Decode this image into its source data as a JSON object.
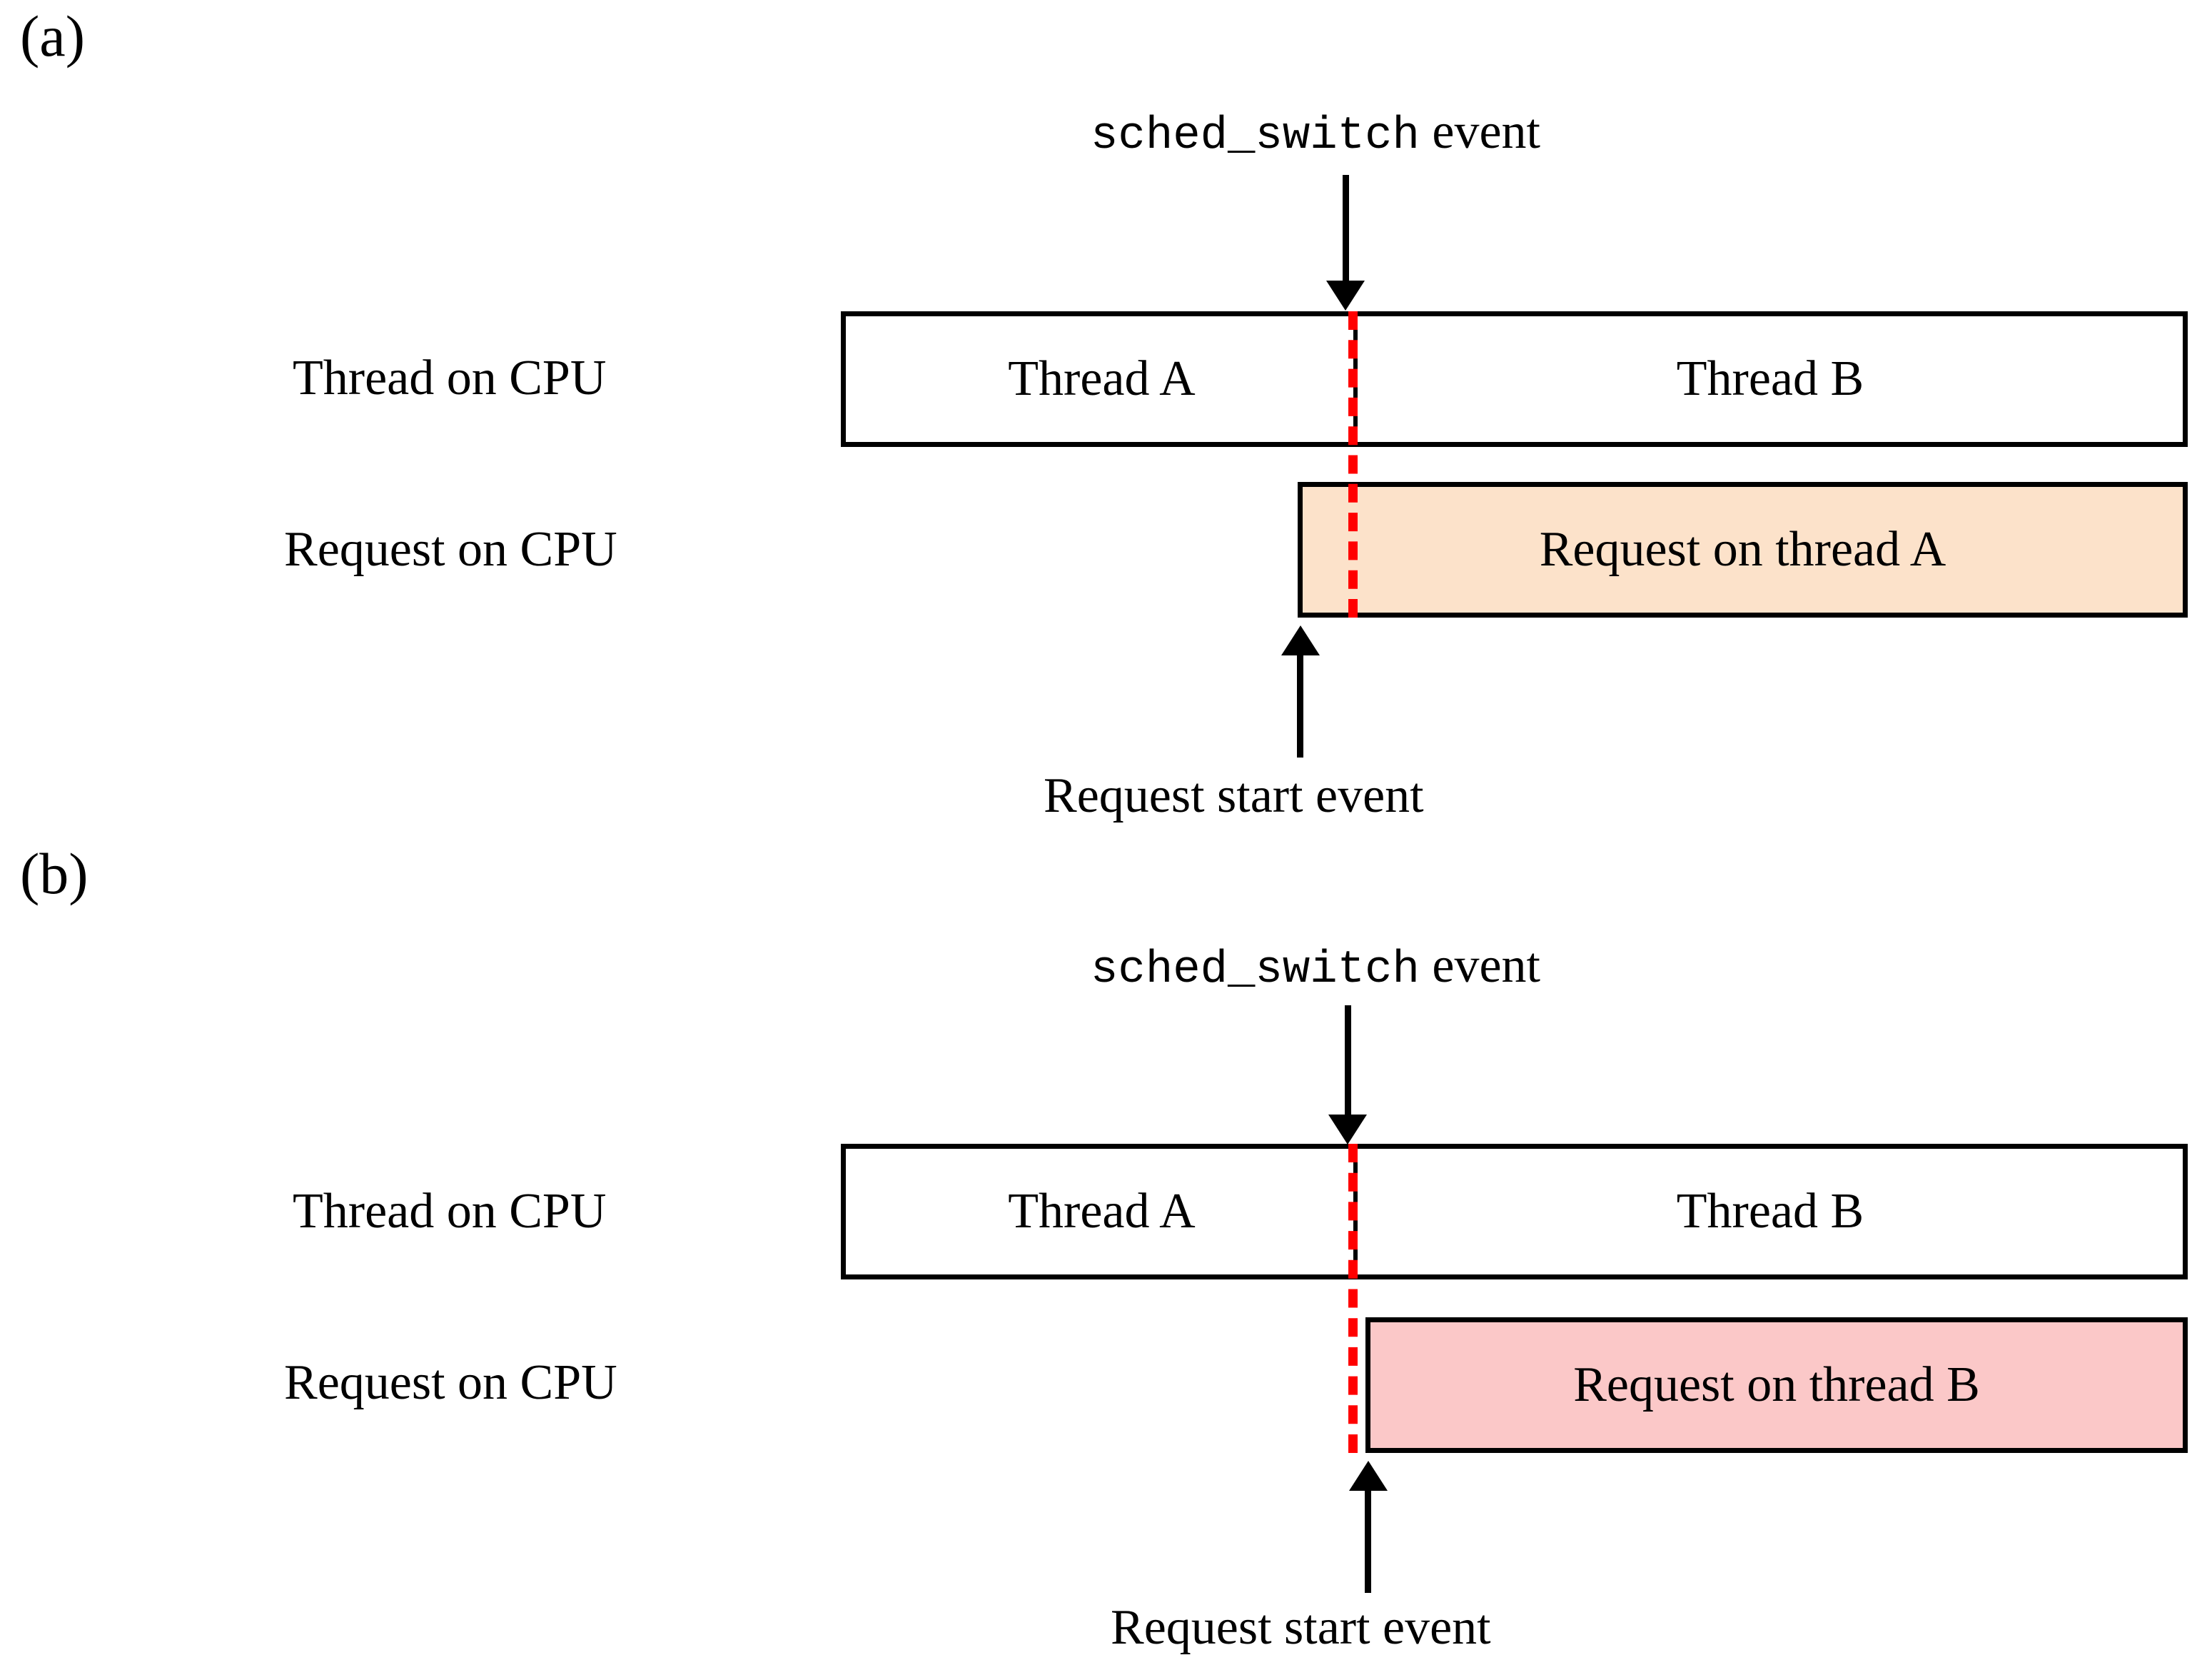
{
  "figure": {
    "background": "#ffffff",
    "marker_color": "#ff0000",
    "border_color": "#000000"
  },
  "panels": [
    {
      "letter": "(a)",
      "event_label_mono": "sched_switch",
      "event_label_rest": " event",
      "row_labels": {
        "thread": "Thread on CPU",
        "request": "Request on CPU"
      },
      "thread_segments": [
        {
          "label": "Thread A"
        },
        {
          "label": "Thread B"
        }
      ],
      "request_box": {
        "label": "Request on thread A",
        "fill": "#fce2ca"
      },
      "start_label": "Request start event"
    },
    {
      "letter": "(b)",
      "event_label_mono": "sched_switch",
      "event_label_rest": " event",
      "row_labels": {
        "thread": "Thread on CPU",
        "request": "Request on CPU"
      },
      "thread_segments": [
        {
          "label": "Thread A"
        },
        {
          "label": "Thread B"
        }
      ],
      "request_box": {
        "label": "Request on thread B",
        "fill": "#fbc8c8"
      },
      "start_label": "Request start event"
    }
  ]
}
